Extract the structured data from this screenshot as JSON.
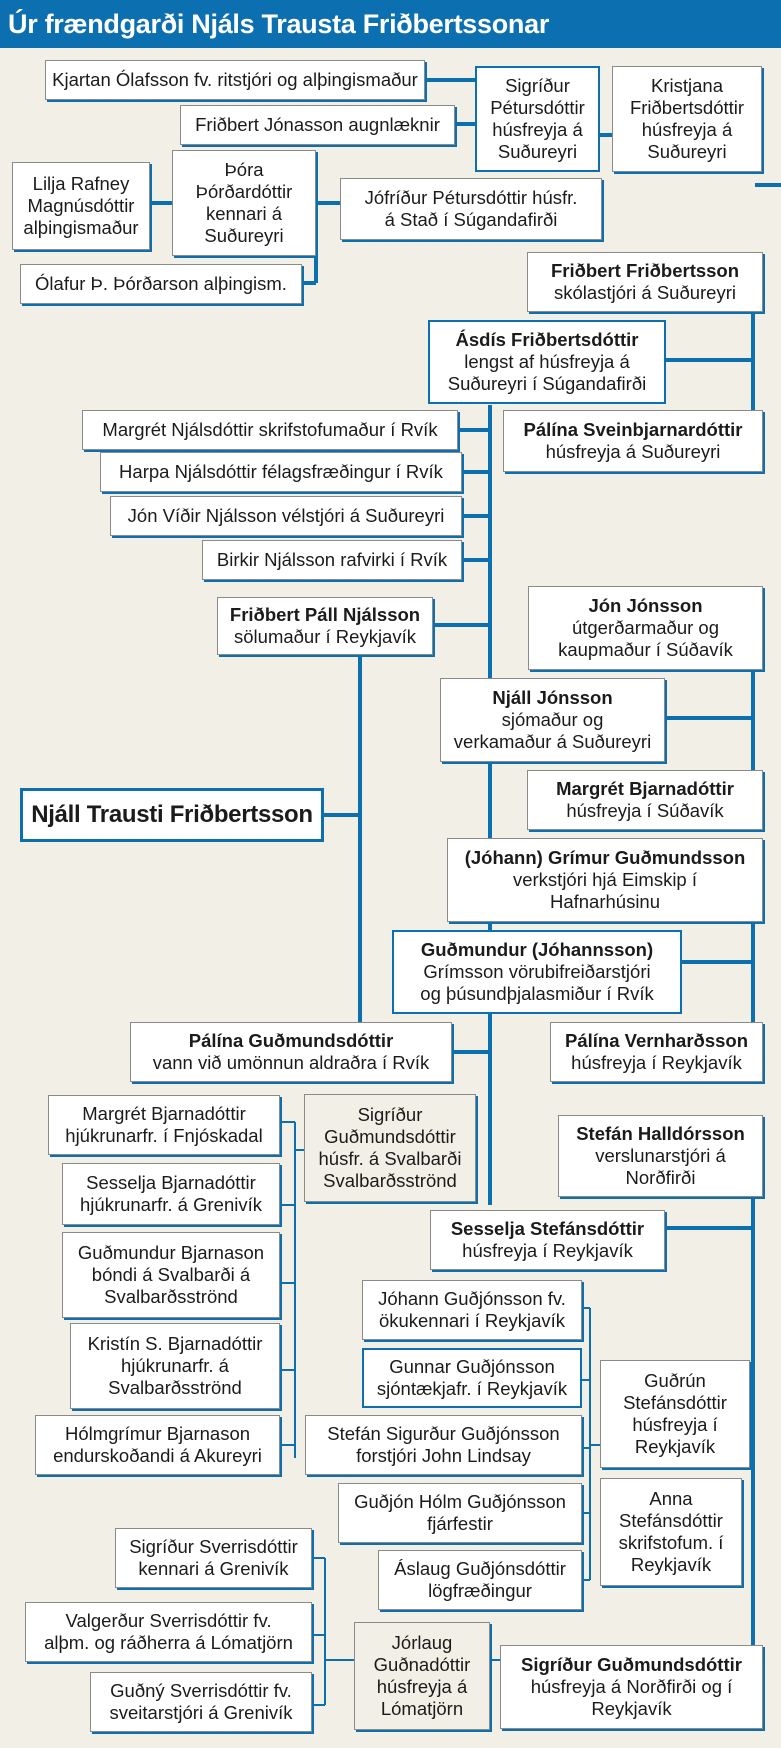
{
  "title": "Úr frændgarði Njáls Trausta Friðbertssonar",
  "colors": {
    "accent": "#0b6fb0",
    "background": "#f2efe6",
    "box": "#ffffff"
  },
  "main_person": "Njáll Trausti Friðbertsson",
  "people": {
    "kjartan": "Kjartan Ólafsson fv. ritstjóri og alþingismaður",
    "fridbert_jonasson": "Friðbert Jónasson augnlæknir",
    "sigridur_petursdottir": "Sigríður\nPétursdóttir\nhúsfreyja á\nSuðureyri",
    "kristjana": "Kristjana\nFriðbertsdóttir\nhúsfreyja á\nSuðureyri",
    "lilja": "Lilja Rafney\nMagnúsdóttir\nalþingismaður",
    "thora": "Þóra\nÞórðardóttir\nkennari á\nSuðureyri",
    "jofridur": "Jófríður Pétursdóttir húsfr.\ná Stað í Súgandafirði",
    "olafur": "Ólafur Þ. Þórðarson alþingism.",
    "fridbert_fridbertsson": {
      "name": "Friðbert Friðbertsson",
      "desc": "skólastjóri á Suðureyri"
    },
    "asdis": {
      "name": "Ásdís Friðbertsdóttir",
      "desc": "lengst af húsfreyja á\nSuðureyri í Súgandafirði"
    },
    "margret_njals": "Margrét Njálsdóttir skrifstofumaður í Rvík",
    "palina_sveinbjarnar": {
      "name": "Pálína Sveinbjarnardóttir",
      "desc": "húsfreyja á Suðureyri"
    },
    "harpa": "Harpa Njálsdóttir félagsfræðingur í Rvík",
    "jon_vidir": "Jón Víðir Njálsson vélstjóri á Suðureyri",
    "birkir": "Birkir Njálsson rafvirki í Rvík",
    "fridbert_pall": {
      "name": "Friðbert Páll Njálsson",
      "desc": "sölumaður í Reykjavík"
    },
    "jon_jonsson": {
      "name": "Jón Jónsson",
      "desc": "útgerðarmaður og\nkaupmaður í Súðavík"
    },
    "njall_jonsson": {
      "name": "Njáll Jónsson",
      "desc": "sjómaður og\nverkamaður á Suðureyri"
    },
    "margret_bjarna_sudavik": {
      "name": "Margrét Bjarnadóttir",
      "desc": "húsfreyja í Súðavík"
    },
    "grimur": {
      "name": "(Jóhann) Grímur Guðmundsson",
      "desc": "verkstjóri hjá Eimskip í\nHafnarhúsinu"
    },
    "gudmundur_johannsson": {
      "name": "Guðmundur (Jóhannsson)",
      "desc": "Grímsson vörubifreiðarstjóri\nog þúsundþjalasmiður í Rvík"
    },
    "palina_gudmunds": {
      "name": "Pálína Guðmundsdóttir",
      "desc": "vann við umönnun aldraðra í Rvík"
    },
    "palina_vernhards": {
      "name": "Pálína Vernharðsson",
      "desc": "húsfreyja í Reykjavík"
    },
    "margret_bjarna_fnjosk": "Margrét Bjarnadóttir\nhjúkrunarfr. í Fnjóskadal",
    "sigridur_gudmunds_svalb": "Sigríður\nGuðmundsdóttir\nhúsfr. á Svalbarði\nSvalbarðsströnd",
    "stefan": {
      "name": "Stefán Halldórsson",
      "desc": "verslunarstjóri á\nNorðfirði"
    },
    "sesselja_bjarna": "Sesselja Bjarnadóttir\nhjúkrunarfr. á Grenivík",
    "sesselja_stefans": {
      "name": "Sesselja Stefánsdóttir",
      "desc": "húsfreyja í Reykjavík"
    },
    "gudmundur_bjarnason": "Guðmundur Bjarnason\nbóndi á Svalbarði á\nSvalbarðsströnd",
    "johann_gudjons": "Jóhann Guðjónsson fv.\nökukennari í Reykjavík",
    "kristin": "Kristín S. Bjarnadóttir\nhjúkrunarfr. á\nSvalbarðsströnd",
    "gunnar": "Gunnar Guðjónsson\nsjóntækjafr. í Reykjavík",
    "gudrun_stefans": "Guðrún\nStefánsdóttir\nhúsfreyja í\nReykjavík",
    "holmgrimur": "Hólmgrímur Bjarnason\nendurskoðandi á Akureyri",
    "stefan_sigurdur": "Stefán Sigurður Guðjónsson\nforstjóri John Lindsay",
    "gudjon_holm": "Guðjón Hólm Guðjónsson\nfjárfestir",
    "anna_stefans": "Anna\nStefánsdóttir\nskrifstofum. í\nReykjavík",
    "sigridur_sverris": "Sigríður Sverrisdóttir\nkennari á Grenivík",
    "aslaug": "Áslaug Guðjónsdóttir\nlögfræðingur",
    "valgerdur": "Valgerður Sverrisdóttir fv.\nalþm. og ráðherra á Lómatjörn",
    "jorlaug": "Jórlaug\nGuðnadóttir\nhúsfreyja á\nLómatjörn",
    "sigridur_gudmunds_nordf": {
      "name": "Sigríður Guðmundsdóttir",
      "desc": "húsfreyja á Norðfirði og í\nReykjavík"
    },
    "gudny": "Guðný Sverrisdóttir fv.\nsveitarstjóri á Grenivík"
  }
}
